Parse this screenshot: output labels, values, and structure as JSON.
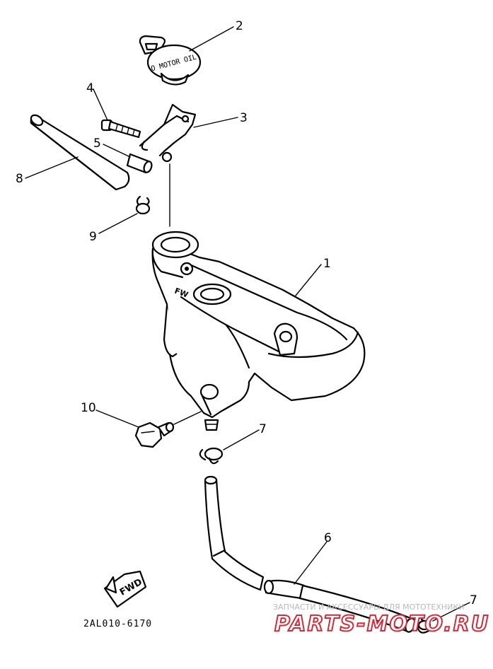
{
  "diagram_code": "2AL010-6170",
  "fwd_label": "FWD",
  "cap_text": "O MOTOR OIL",
  "tank_mark": "FW",
  "callouts": [
    {
      "id": "c2a",
      "label": "2"
    },
    {
      "id": "c3",
      "label": "3"
    },
    {
      "id": "c4",
      "label": "4"
    },
    {
      "id": "c5",
      "label": "5"
    },
    {
      "id": "c8",
      "label": "8"
    },
    {
      "id": "c9",
      "label": "9"
    },
    {
      "id": "c1",
      "label": "1"
    },
    {
      "id": "c10",
      "label": "10"
    },
    {
      "id": "c7a",
      "label": "7"
    },
    {
      "id": "c6",
      "label": "6"
    },
    {
      "id": "c7b",
      "label": "7"
    }
  ],
  "watermark": {
    "tagline": "ЗАПЧАСТИ И АКСЕССУАРЫ ДЛЯ МОТОТЕХНИКИ",
    "brand": "PARTS-MOTO.RU",
    "brand_color": "#d42a3a"
  }
}
